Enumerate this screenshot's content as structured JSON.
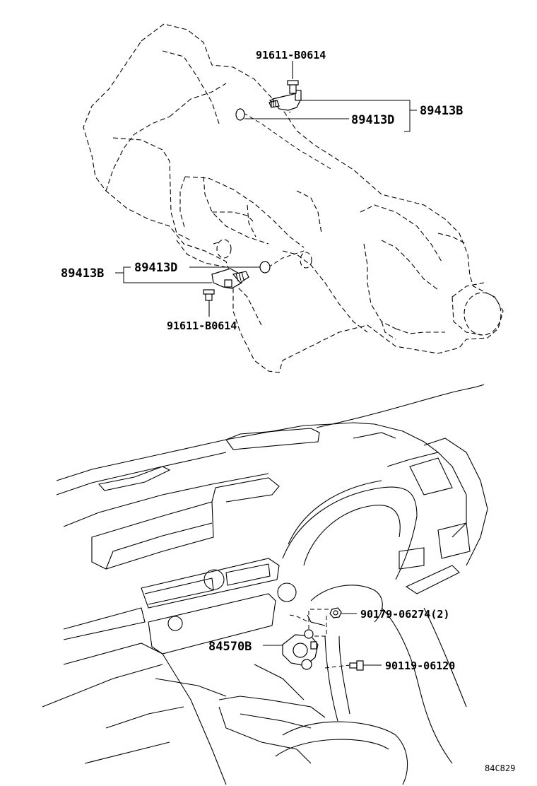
{
  "transmission_section": {
    "labels": {
      "bolt_upper": "91611-B0614",
      "sensor_group_upper": "89413B",
      "oring_upper": "89413D",
      "sensor_group_lower": "89413B",
      "oring_lower": "89413D",
      "bolt_lower": "91611-B0614"
    }
  },
  "dashboard_section": {
    "labels": {
      "nut": "90179-06274(2)",
      "sensor": "84570B",
      "bolt": "90119-06120"
    }
  },
  "figure_code": "84C829"
}
